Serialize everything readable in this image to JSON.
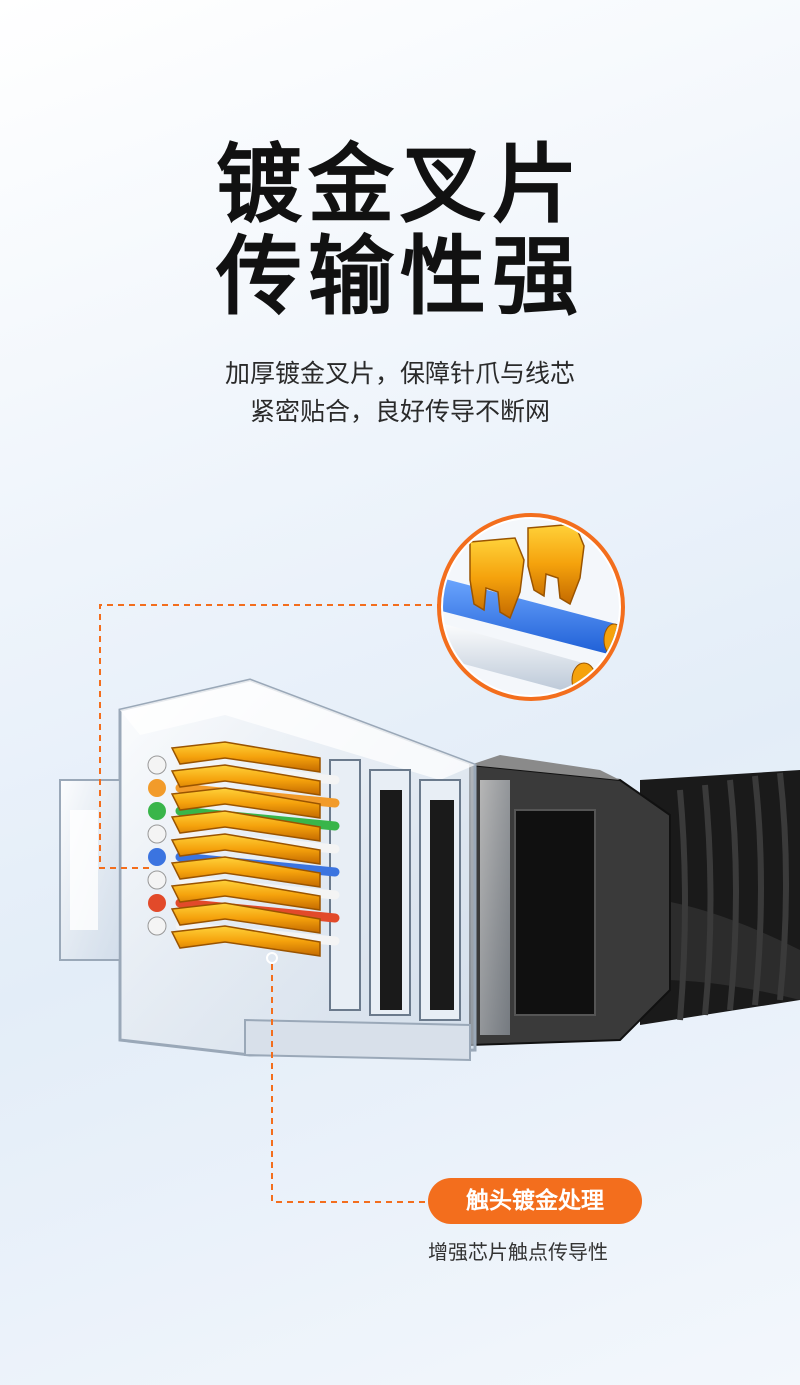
{
  "headline": {
    "line1": "镀金叉片",
    "line2": "传输性强"
  },
  "description": {
    "line1": "加厚镀金叉片，保障针爪与线芯",
    "line2": "紧密贴合，良好传导不断网"
  },
  "callout": {
    "badge": "触头镀金处理",
    "caption": "增强芯片触点传导性"
  },
  "colors": {
    "accent": "#f36e1d",
    "gold": "#f5a20c",
    "title": "#111111"
  },
  "icons": {
    "product": "rj45-connector-icon",
    "detail": "gold-contact-blade-icon"
  }
}
